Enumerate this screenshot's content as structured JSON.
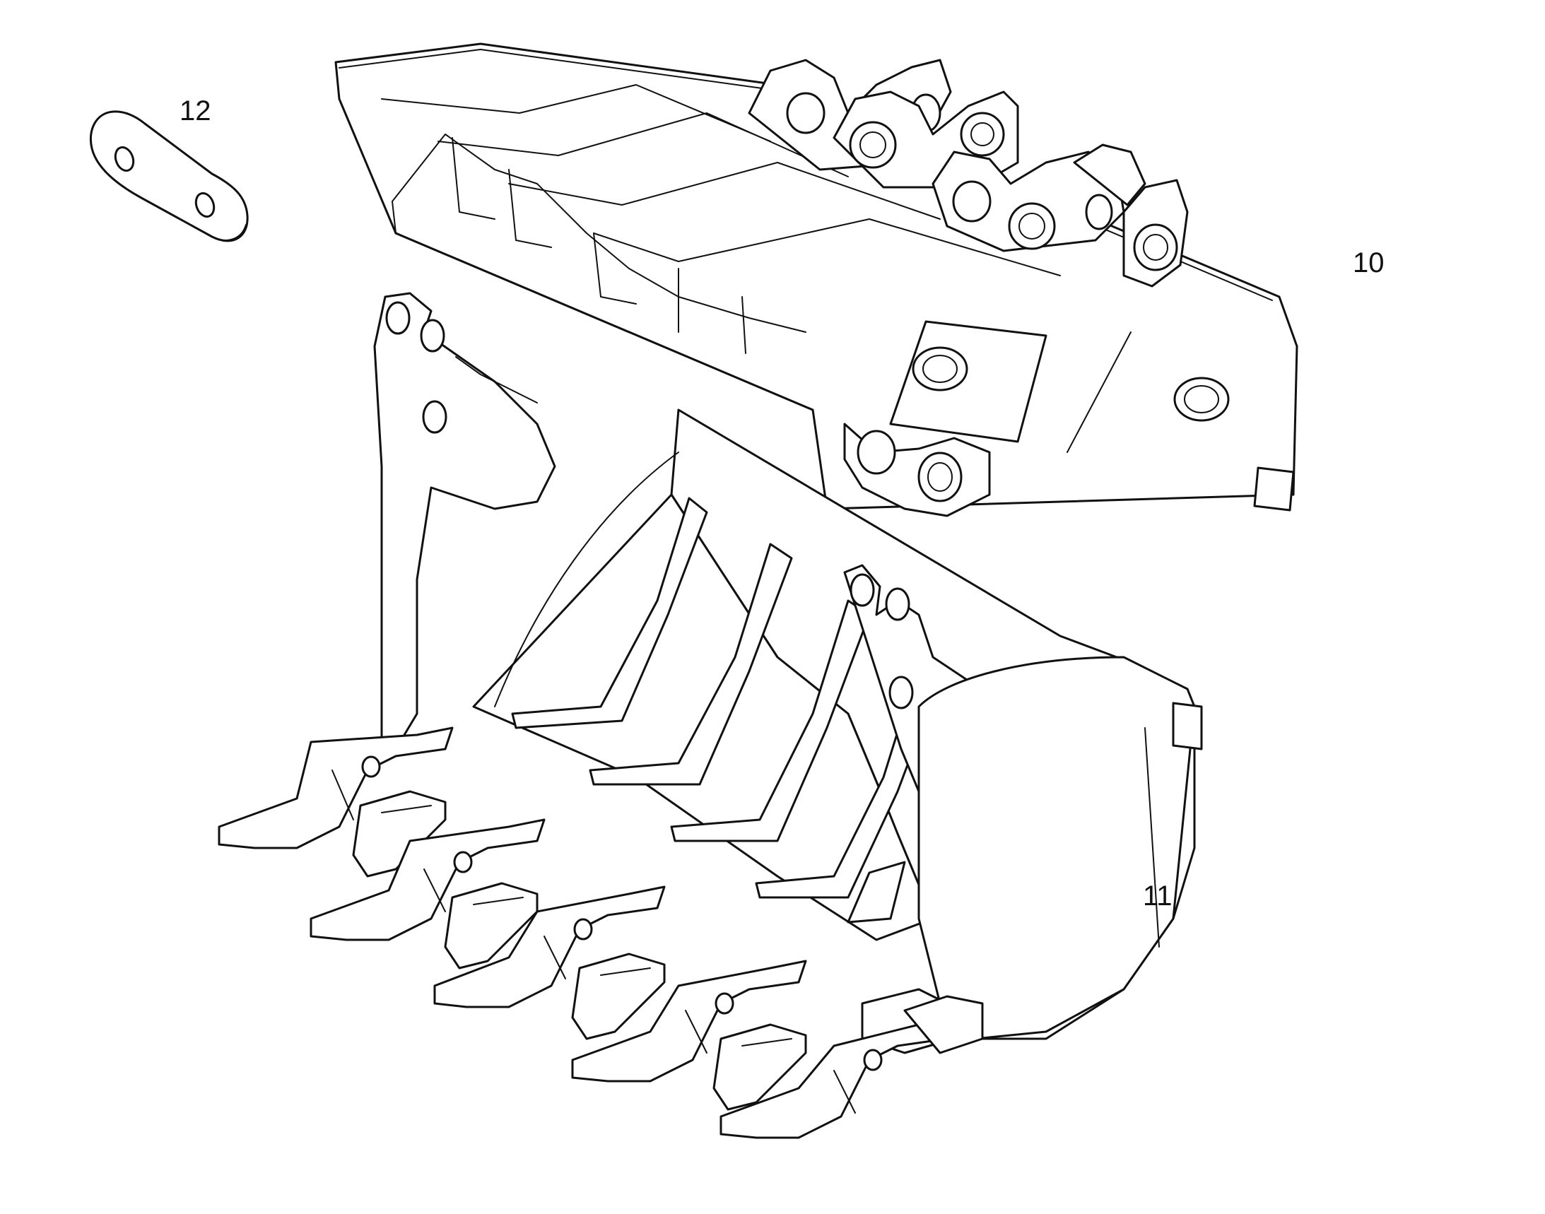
{
  "callouts": {
    "plate": "12",
    "frame": "10",
    "bucket": "11"
  },
  "colors": {
    "line": "#111111",
    "background": "#ffffff"
  }
}
